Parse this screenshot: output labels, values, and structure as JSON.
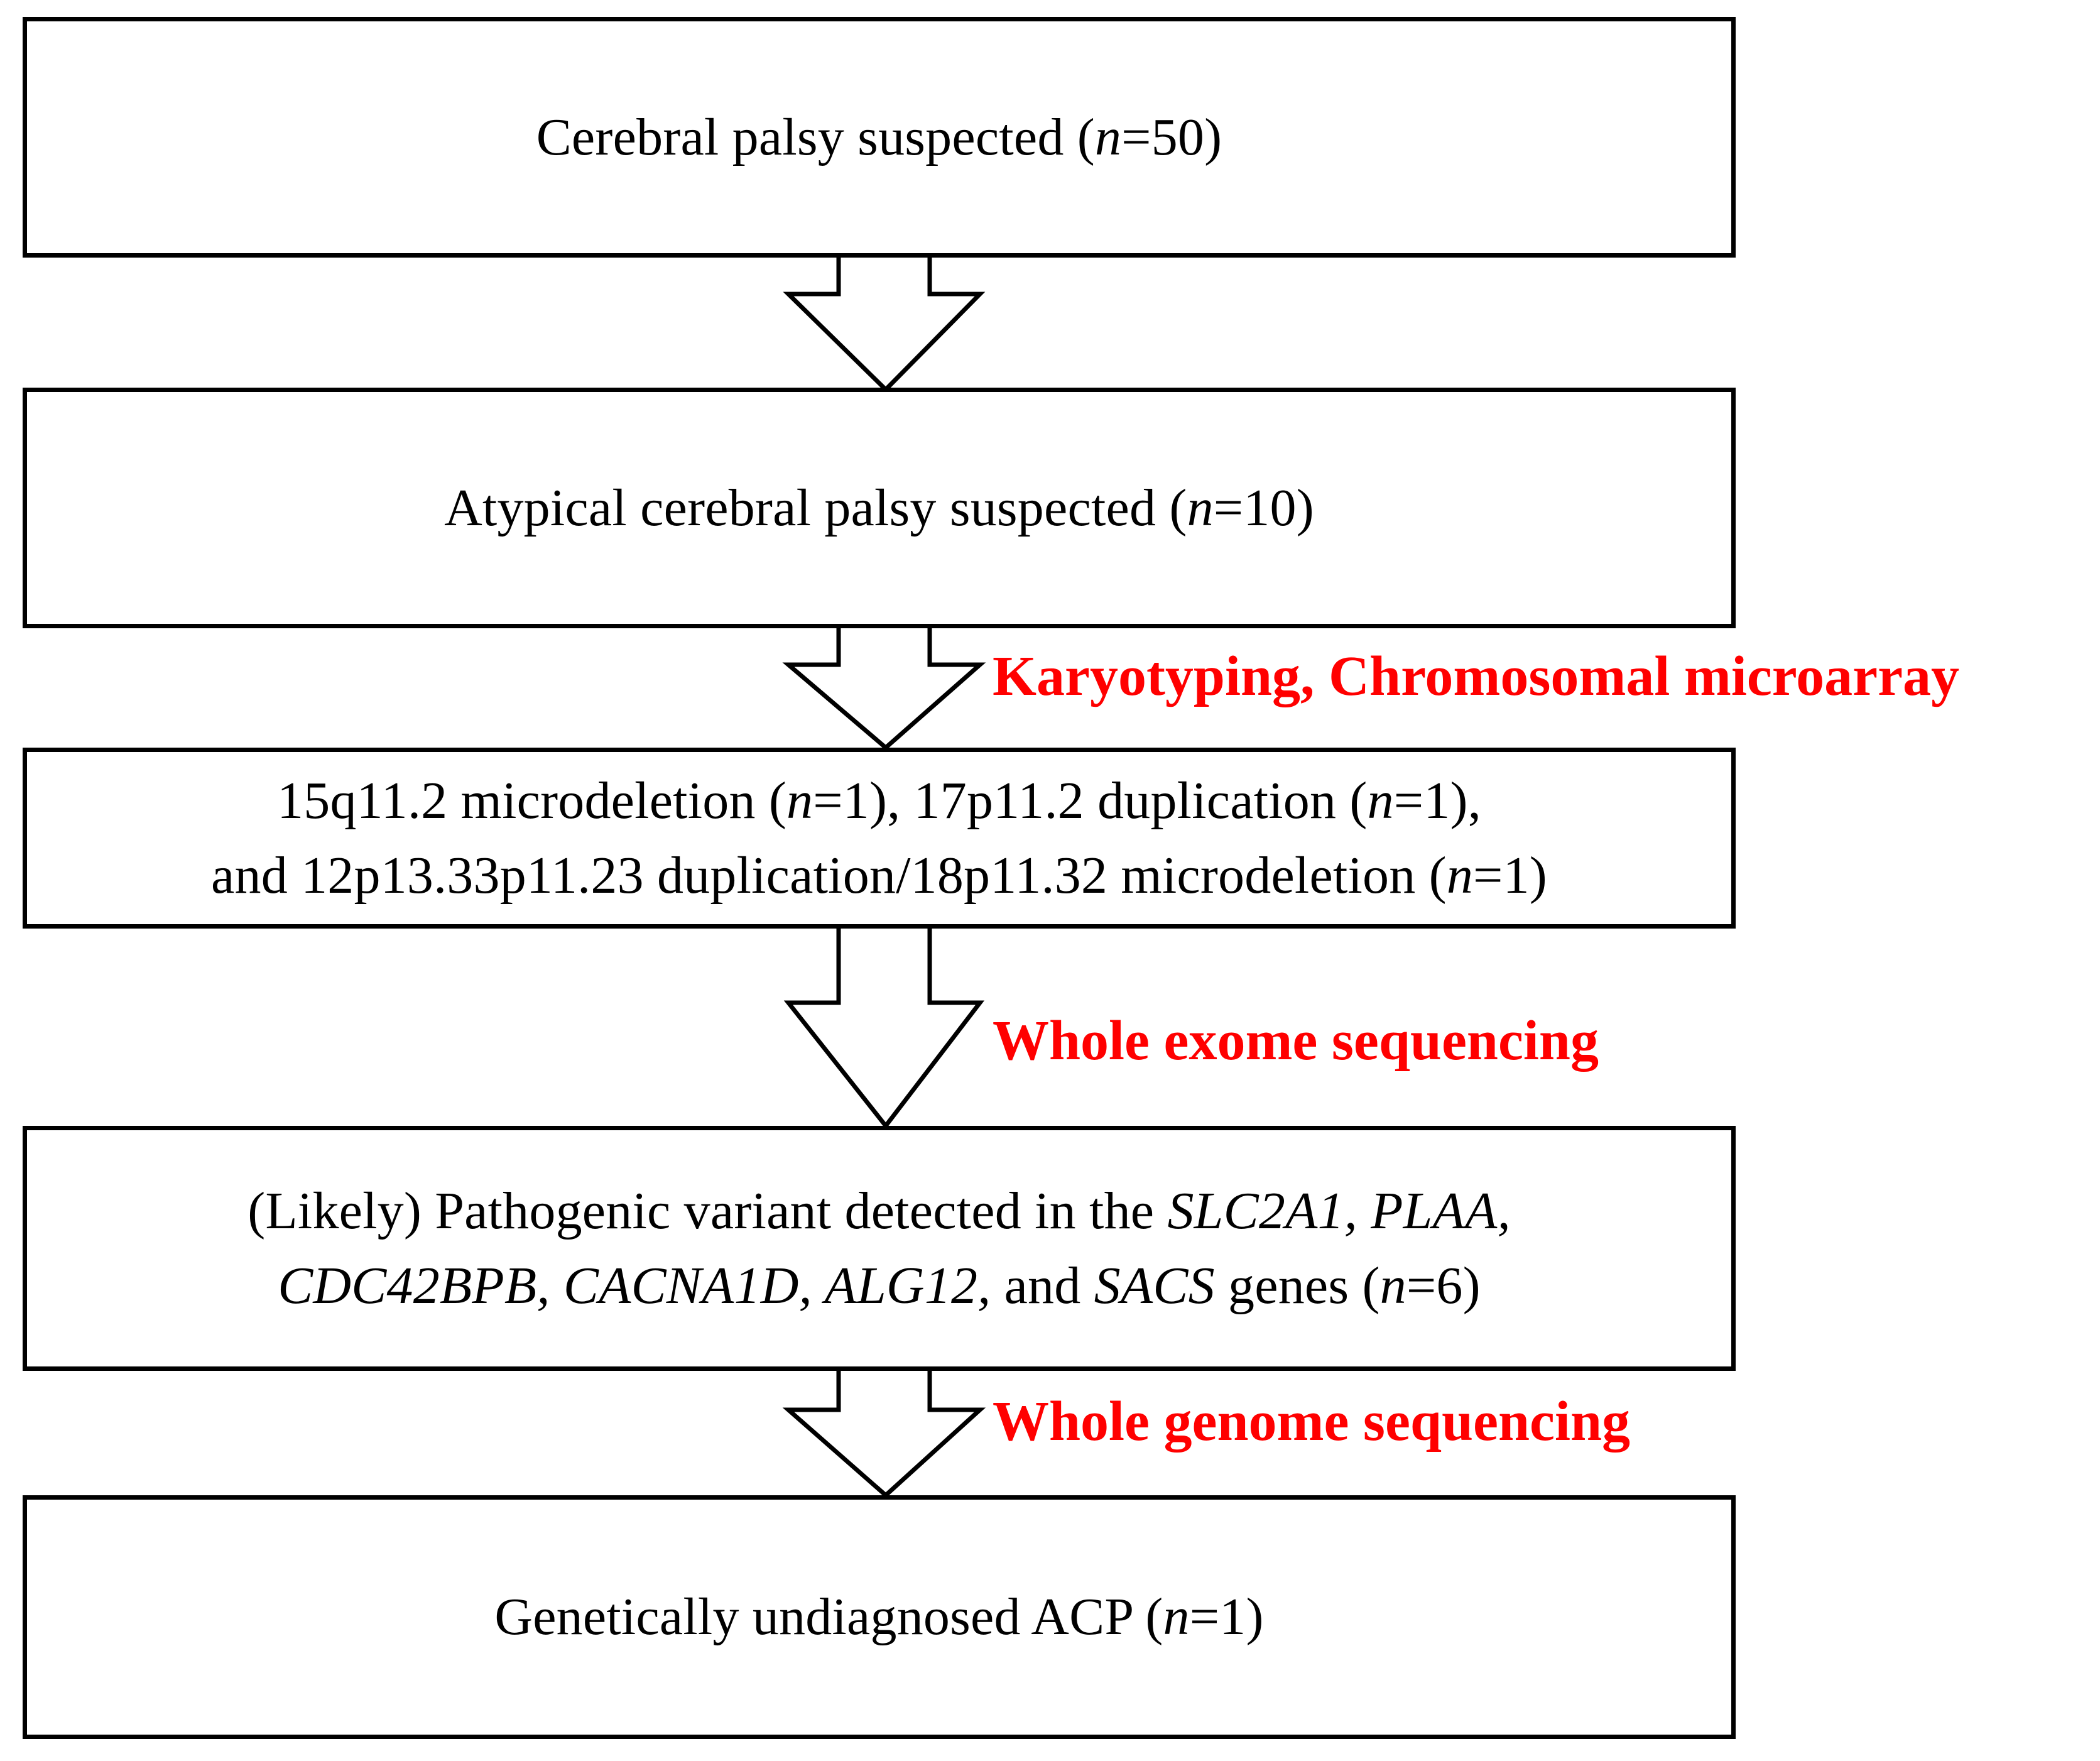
{
  "figure": {
    "type": "flowchart",
    "orientation": "vertical",
    "background_color": "#ffffff",
    "box_border_color": "#000000",
    "arrow_color": "#000000",
    "process_label_color": "#ff0000"
  },
  "nodes": [
    {
      "id": "node-1",
      "name": "cerebral-palsy-suspected",
      "lines": [
        {
          "text": "Cerebral palsy suspected (n=50)",
          "italic_tokens": [
            "n"
          ]
        }
      ],
      "line1": "Cerebral palsy suspected (",
      "line1_italic": "n",
      "line1_tail": "=50)",
      "count_label": "n=50",
      "count_value": 50
    },
    {
      "id": "node-2",
      "name": "atypical-cerebral-palsy-suspected",
      "line1": "Atypical cerebral palsy suspected (",
      "line1_italic": "n",
      "line1_tail": "=10)",
      "count_label": "n=10",
      "count_value": 10
    },
    {
      "id": "node-3",
      "name": "chromosomal-findings",
      "line1_a": "15q11.2 microdeletion (",
      "line1_i1": "n",
      "line1_b": "=1), 17p11.2 duplication (",
      "line1_i2": "n",
      "line1_c": "=1),",
      "line2_a": "and 12p13.33p11.23 duplication/18p11.32 microdeletion (",
      "line2_i1": "n",
      "line2_b": "=1)",
      "findings": [
        {
          "label": "15q11.2 microdeletion",
          "count": 1
        },
        {
          "label": "17p11.2 duplication",
          "count": 1
        },
        {
          "label": "12p13.33p11.23 duplication/18p11.32 microdeletion",
          "count": 1
        }
      ]
    },
    {
      "id": "node-4",
      "name": "pathogenic-variant-genes",
      "line1_a": "(Likely) Pathogenic variant detected in the ",
      "line1_genes": "SLC2A1, PLAA,",
      "line2_genes_a": "CDC42BPB, CACNA1D, ALG12,",
      "line2_and": " and ",
      "line2_genes_b": "SACS",
      "line2_tail_a": " genes (",
      "line2_i": "n",
      "line2_tail_b": "=6)",
      "genes": [
        "SLC2A1",
        "PLAA",
        "CDC42BPB",
        "CACNA1D",
        "ALG12",
        "SACS"
      ],
      "count_label": "n=6",
      "count_value": 6
    },
    {
      "id": "node-5",
      "name": "genetically-undiagnosed-acp",
      "line1": "Genetically undiagnosed ACP (",
      "line1_italic": "n",
      "line1_tail": "=1)",
      "count_label": "n=1",
      "count_value": 1
    }
  ],
  "edges": [
    {
      "id": "edge-1",
      "from": "node-1",
      "to": "node-2",
      "label": ""
    },
    {
      "id": "edge-2",
      "from": "node-2",
      "to": "node-3",
      "label": "Karyotyping, Chromosomal microarray"
    },
    {
      "id": "edge-3",
      "from": "node-3",
      "to": "node-4",
      "label": "Whole exome sequencing"
    },
    {
      "id": "edge-4",
      "from": "node-4",
      "to": "node-5",
      "label": "Whole genome sequencing"
    }
  ],
  "process_labels": {
    "step2": "Karyotyping, Chromosomal microarray",
    "step3": "Whole exome sequencing",
    "step4": "Whole genome sequencing"
  }
}
